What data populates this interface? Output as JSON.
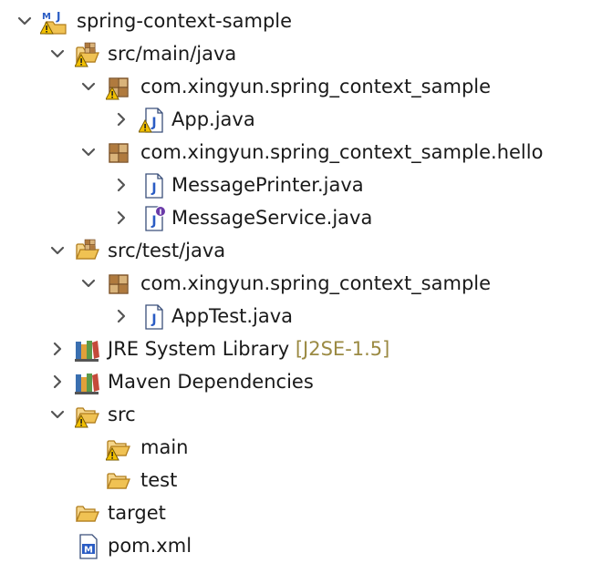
{
  "tree": {
    "project": {
      "label": "spring-context-sample",
      "expanded": true
    },
    "src_main_java": {
      "label": "src/main/java",
      "expanded": true
    },
    "pkg_main": {
      "label": "com.xingyun.spring_context_sample",
      "expanded": true
    },
    "app_java": {
      "label": "App.java",
      "expanded": false
    },
    "pkg_hello": {
      "label": "com.xingyun.spring_context_sample.hello",
      "expanded": true
    },
    "message_printer": {
      "label": "MessagePrinter.java",
      "expanded": false
    },
    "message_service": {
      "label": "MessageService.java",
      "expanded": false
    },
    "src_test_java": {
      "label": "src/test/java",
      "expanded": true
    },
    "pkg_test": {
      "label": "com.xingyun.spring_context_sample",
      "expanded": true
    },
    "app_test": {
      "label": "AppTest.java",
      "expanded": false
    },
    "jre": {
      "label": "JRE System Library",
      "decoration": "[J2SE-1.5]",
      "expanded": false
    },
    "maven_deps": {
      "label": "Maven Dependencies",
      "expanded": false
    },
    "src": {
      "label": "src",
      "expanded": true
    },
    "main": {
      "label": "main"
    },
    "test": {
      "label": "test"
    },
    "target": {
      "label": "target"
    },
    "pom": {
      "label": "pom.xml"
    }
  },
  "colors": {
    "chevron": "#555555",
    "folder": "#e8b04a",
    "package": "#9a6a3a",
    "java_file": "#2a5cc4",
    "warning": "#f2c000",
    "decoration": "#9b8a43"
  }
}
